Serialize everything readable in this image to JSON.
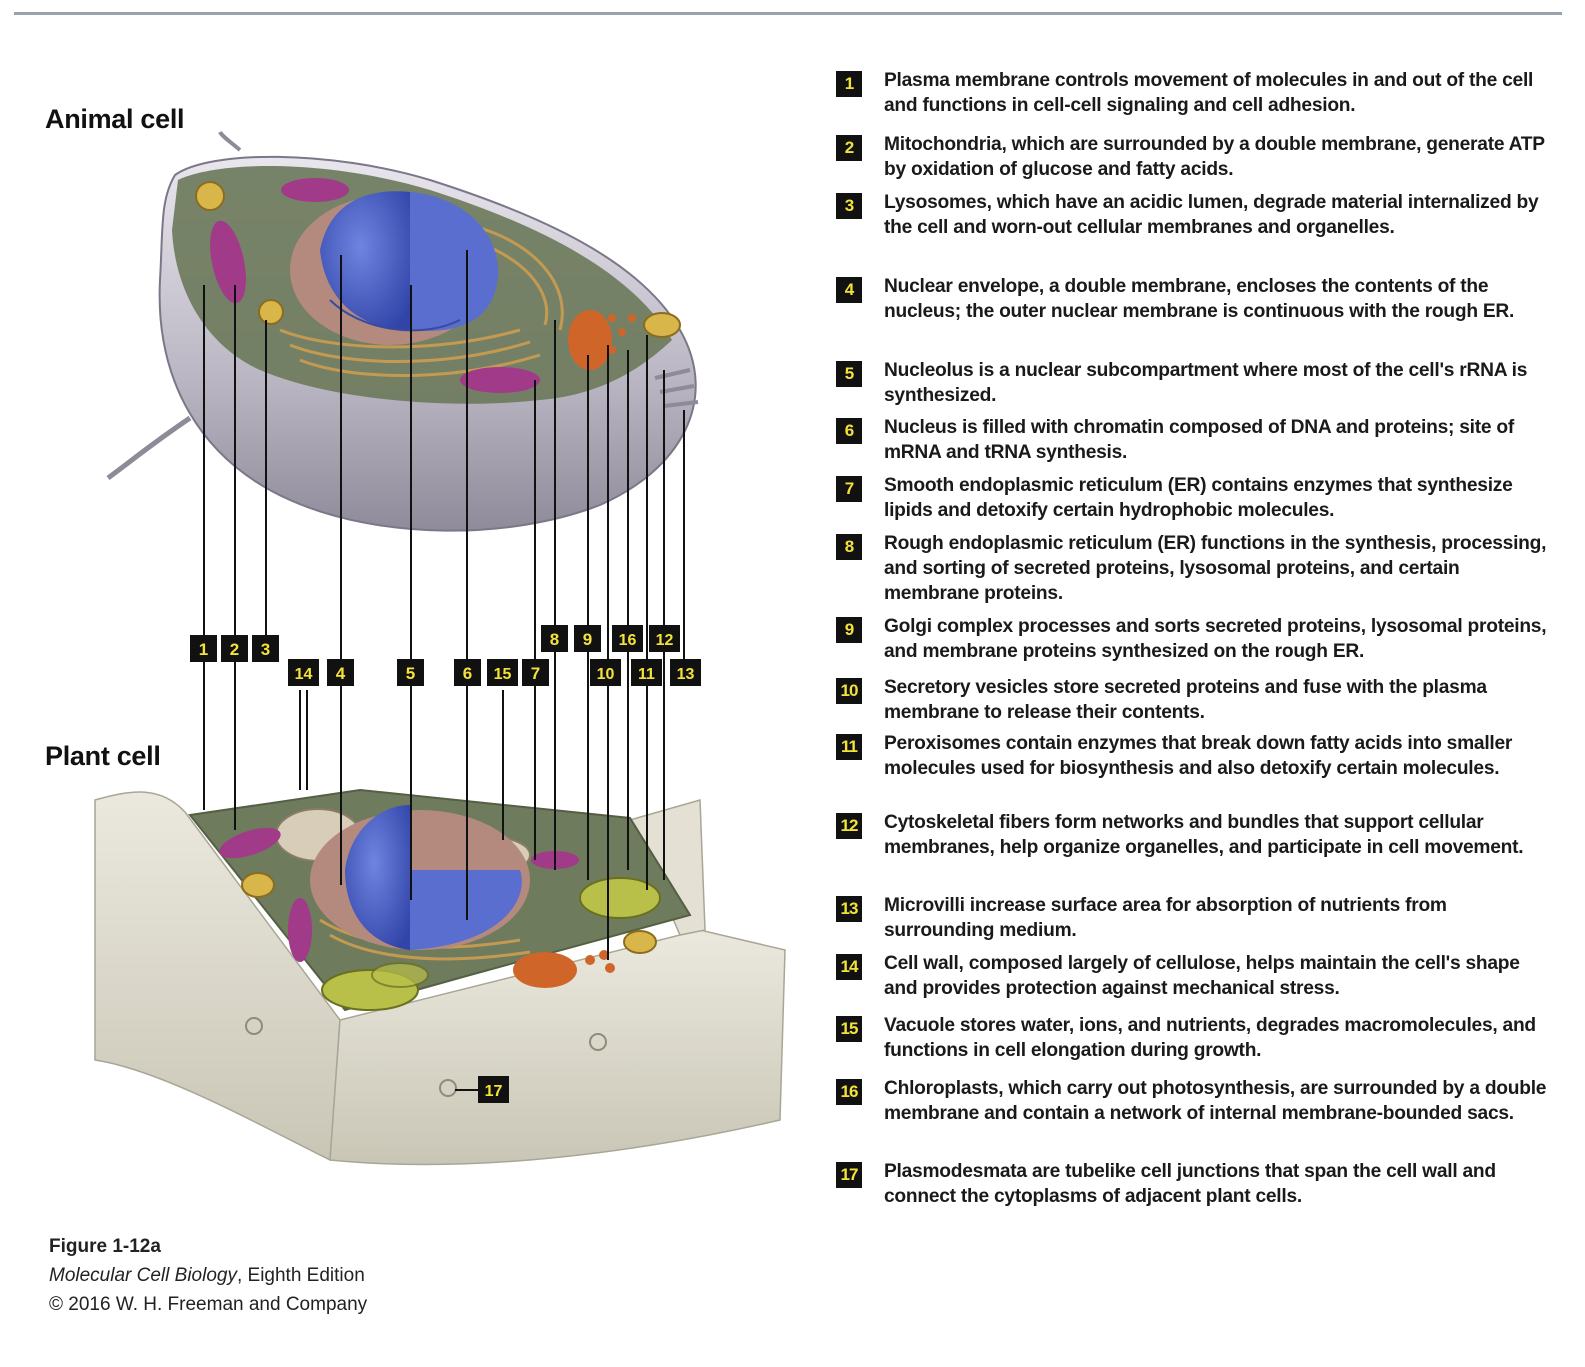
{
  "titles": {
    "animal": "Animal cell",
    "plant": "Plant cell"
  },
  "callouts": [
    "1",
    "2",
    "3",
    "4",
    "5",
    "6",
    "7",
    "8",
    "9",
    "10",
    "11",
    "12",
    "13",
    "14",
    "15",
    "16",
    "17"
  ],
  "legend": [
    {
      "num": "1",
      "text": "Plasma membrane controls movement of molecules in and out of the cell and functions in cell-cell signaling and cell adhesion."
    },
    {
      "num": "2",
      "text": "Mitochondria, which are surrounded by a double membrane, generate ATP by oxidation of glucose and fatty acids."
    },
    {
      "num": "3",
      "text": "Lysosomes, which have an acidic lumen, degrade material internalized by the cell and worn-out cellular membranes and organelles."
    },
    {
      "num": "4",
      "text": "Nuclear envelope, a double membrane, encloses the contents of the nucleus; the outer nuclear membrane is continuous with the rough ER."
    },
    {
      "num": "5",
      "text": "Nucleolus is a nuclear subcompartment where most of the cell's rRNA is synthesized."
    },
    {
      "num": "6",
      "text": "Nucleus is filled with chromatin composed of DNA and proteins; site of mRNA and tRNA synthesis."
    },
    {
      "num": "7",
      "text": "Smooth endoplasmic reticulum (ER) contains enzymes that synthesize lipids and detoxify certain hydrophobic molecules."
    },
    {
      "num": "8",
      "text": "Rough endoplasmic reticulum (ER) functions in the synthesis, processing, and sorting of secreted proteins, lysosomal proteins, and certain membrane proteins."
    },
    {
      "num": "9",
      "text": "Golgi complex processes and sorts secreted proteins, lysosomal proteins, and membrane proteins synthesized on the rough ER."
    },
    {
      "num": "10",
      "text": "Secretory vesicles store secreted proteins and fuse with the plasma membrane to release their contents."
    },
    {
      "num": "11",
      "text": "Peroxisomes contain enzymes that break down fatty acids into smaller molecules used for biosynthesis and also detoxify certain molecules."
    },
    {
      "num": "12",
      "text": "Cytoskeletal fibers form networks and bundles that support cellular membranes, help organize organelles, and participate in cell movement."
    },
    {
      "num": "13",
      "text": "Microvilli increase surface area for absorption of nutrients from surrounding medium."
    },
    {
      "num": "14",
      "text": "Cell wall, composed largely of cellulose, helps maintain the cell's shape and provides protection against mechanical stress."
    },
    {
      "num": "15",
      "text": "Vacuole stores water, ions, and nutrients, degrades macromolecules, and  functions in cell elongation during growth."
    },
    {
      "num": "16",
      "text": "Chloroplasts, which carry out photosynthesis, are surrounded by a double membrane and contain a network of internal membrane-bounded sacs."
    },
    {
      "num": "17",
      "text": "Plasmodesmata are tubelike cell junctions that span the cell wall and connect the cytoplasms of adjacent plant cells."
    }
  ],
  "caption": {
    "figure": "Figure 1-12a",
    "book": "Molecular Cell Biology",
    "edition": ", Eighth Edition",
    "copyright": "© 2016 W. H. Freeman and Company"
  },
  "colors": {
    "label_bg": "#111111",
    "label_fg": "#f3e23a",
    "nucleus": "#4a5fc4",
    "cytoplasm": "#6e7b5c",
    "membrane": "#c7c3cc",
    "mitochondria": "#a23a8a",
    "golgi": "#d0652a",
    "chloroplast": "#b9c04a",
    "cell_wall": "#d9d6c8"
  }
}
